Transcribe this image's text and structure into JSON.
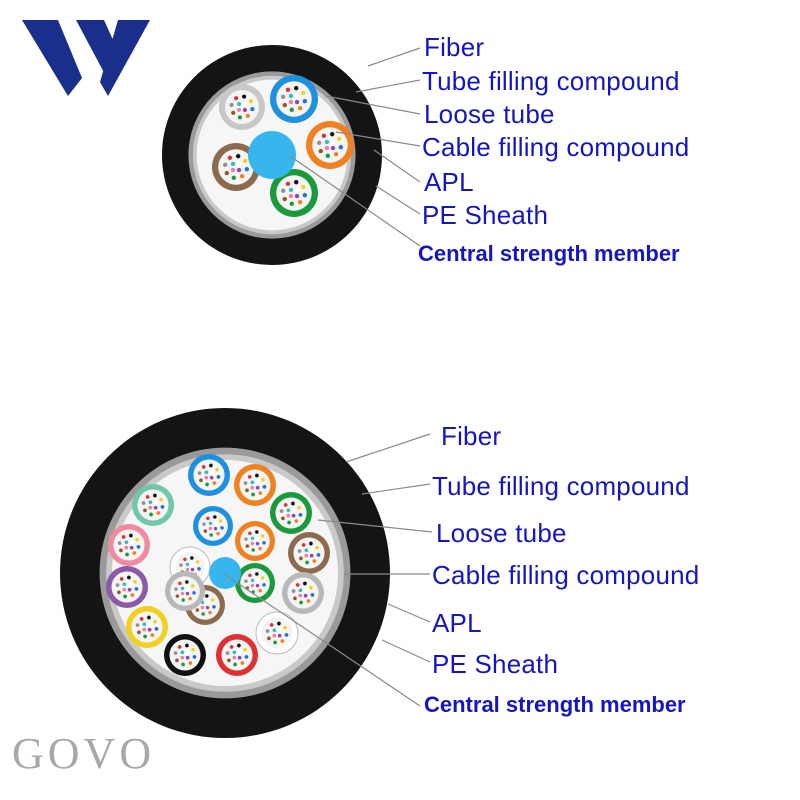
{
  "logo_w": {
    "color": "#1a2f8c"
  },
  "watermark": {
    "text": "GOVO"
  },
  "diagrams": [
    {
      "id": "cable-6-tube",
      "labels": [
        {
          "key": "fiber",
          "text": "Fiber",
          "weight": "regular"
        },
        {
          "key": "tube-filling-compound",
          "text": "Tube filling compound",
          "weight": "regular"
        },
        {
          "key": "loose-tube",
          "text": "Loose tube",
          "weight": "regular"
        },
        {
          "key": "cable-filling-compound",
          "text": "Cable filling compound",
          "weight": "regular"
        },
        {
          "key": "apl",
          "text": "APL",
          "weight": "regular"
        },
        {
          "key": "pe-sheath",
          "text": "PE Sheath",
          "weight": "regular"
        },
        {
          "key": "central-strength-member",
          "text": "Central strength member",
          "weight": "bold"
        }
      ],
      "tube_colors": [
        "#1e90e0",
        "#f08020",
        "#1a9a3a",
        "#8b6a4e",
        "#c8c8c8"
      ],
      "center_color": "#37b6ee"
    },
    {
      "id": "cable-18-tube",
      "labels": [
        {
          "key": "fiber",
          "text": "Fiber",
          "weight": "regular"
        },
        {
          "key": "tube-filling-compound",
          "text": "Tube filling compound",
          "weight": "regular"
        },
        {
          "key": "loose-tube",
          "text": "Loose tube",
          "weight": "regular"
        },
        {
          "key": "cable-filling-compound",
          "text": "Cable filling compound",
          "weight": "regular"
        },
        {
          "key": "apl",
          "text": "APL",
          "weight": "regular"
        },
        {
          "key": "pe-sheath",
          "text": "PE Sheath",
          "weight": "regular"
        },
        {
          "key": "central-strength-member",
          "text": "Central strength member",
          "weight": "bold"
        }
      ],
      "tube_colors": [
        "#1e90e0",
        "#f08020",
        "#1a9a3a",
        "#8b6a4e",
        "#b8b8b8",
        "#ffffff",
        "#e03030",
        "#111111",
        "#f0d020",
        "#8a5aa8",
        "#f08aa0",
        "#70c8a8"
      ],
      "center_color": "#37b6ee"
    }
  ]
}
